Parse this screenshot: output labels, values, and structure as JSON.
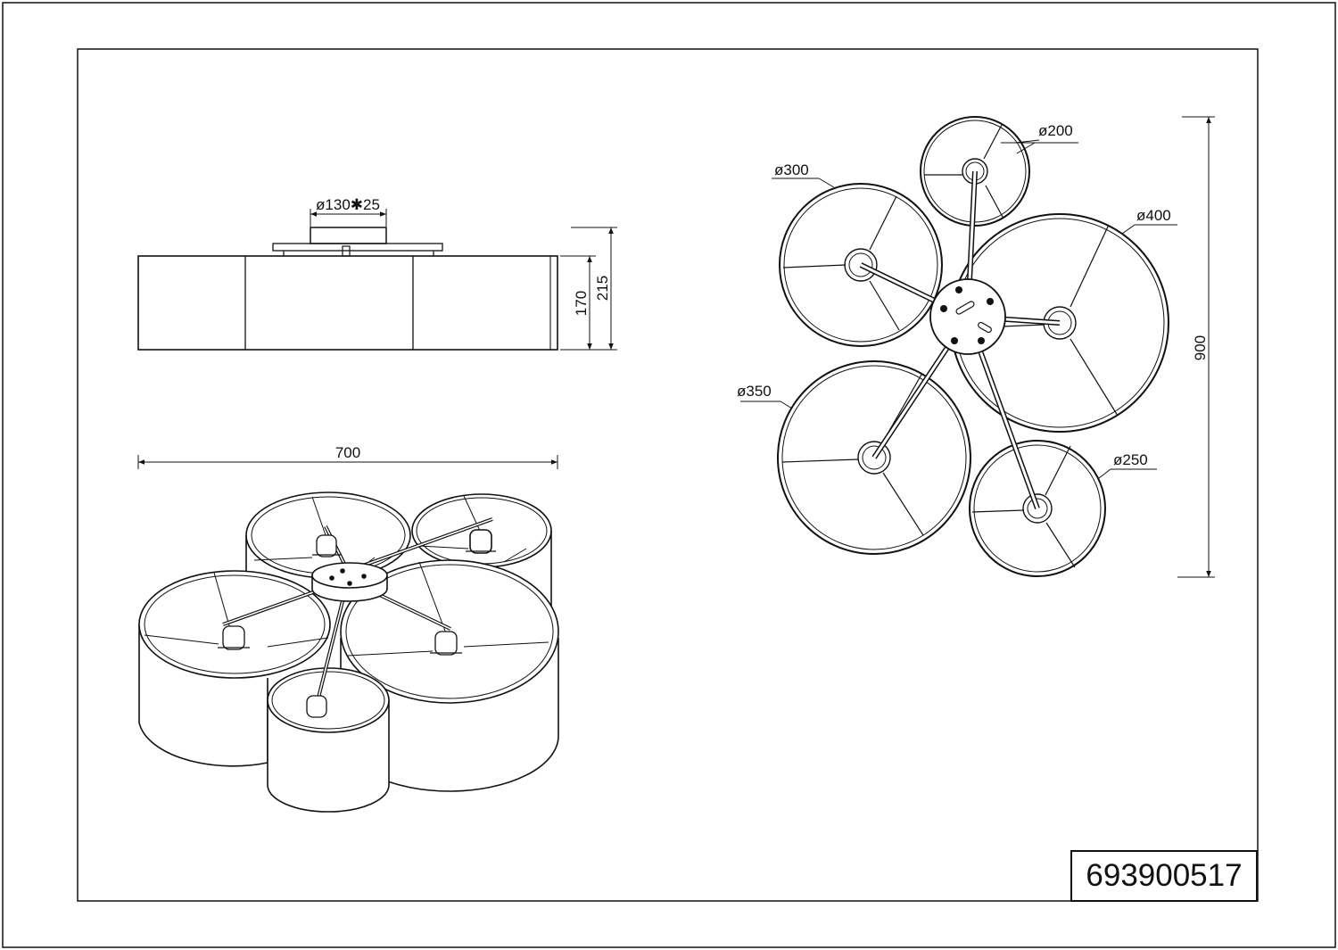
{
  "drawing": {
    "part_number": "693900517",
    "dimensions": {
      "canopy": "ø130✱25",
      "shade_height": "170",
      "overall_height": "215",
      "overall_width": "700",
      "overall_length": "900"
    },
    "shade_diameters": [
      "ø200",
      "ø300",
      "ø400",
      "ø350",
      "ø250"
    ]
  },
  "colors": {
    "line": "#111111",
    "background": "#ffffff"
  }
}
